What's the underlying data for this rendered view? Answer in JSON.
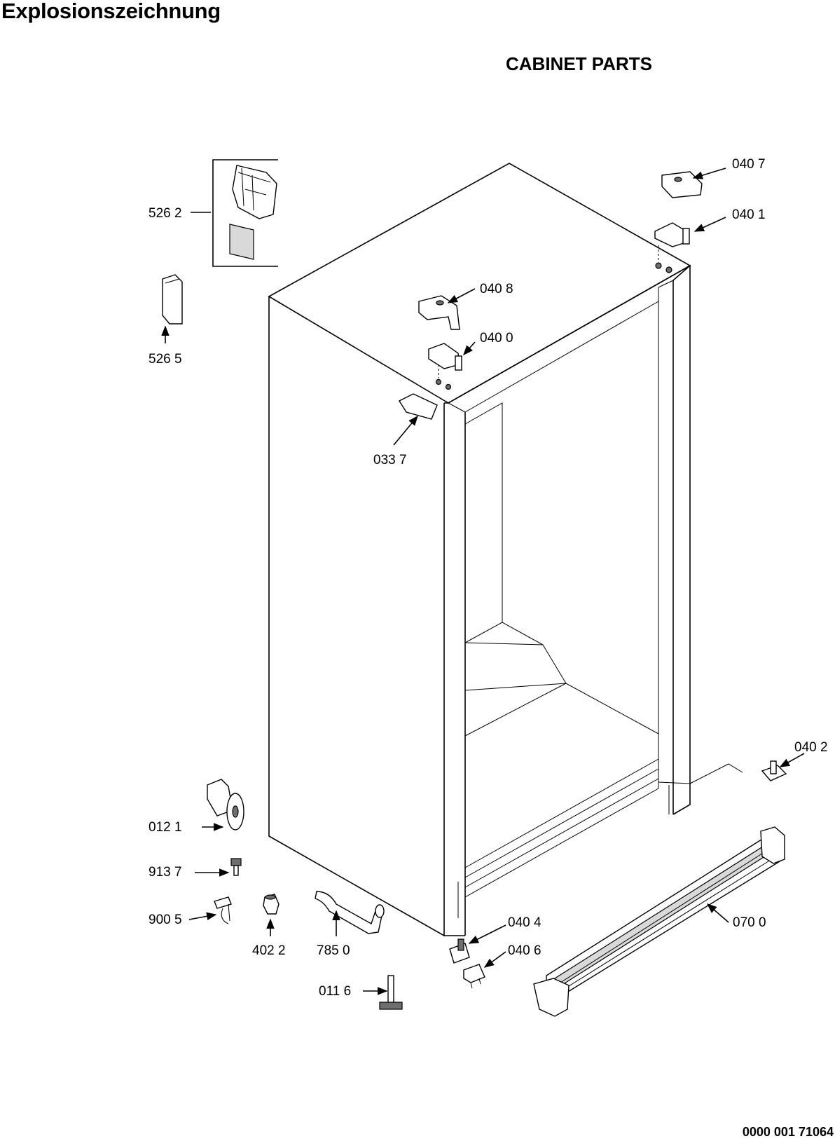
{
  "header": {
    "title": "Explosionszeichnung",
    "section_title": "CABINET PARTS"
  },
  "footer": {
    "drawing_number": "0000 001 71064"
  },
  "callouts": {
    "p5262": "526 2",
    "p5265": "526 5",
    "p0407": "040 7",
    "p0401": "040 1",
    "p0408": "040 8",
    "p0400": "040 0",
    "p0337": "033 7",
    "p0402": "040 2",
    "p0121": "012 1",
    "p9137": "913 7",
    "p9005": "900 5",
    "p4022": "402 2",
    "p7850": "785 0",
    "p0404": "040 4",
    "p0700": "070 0",
    "p0406": "040 6",
    "p0116": "011 6"
  }
}
